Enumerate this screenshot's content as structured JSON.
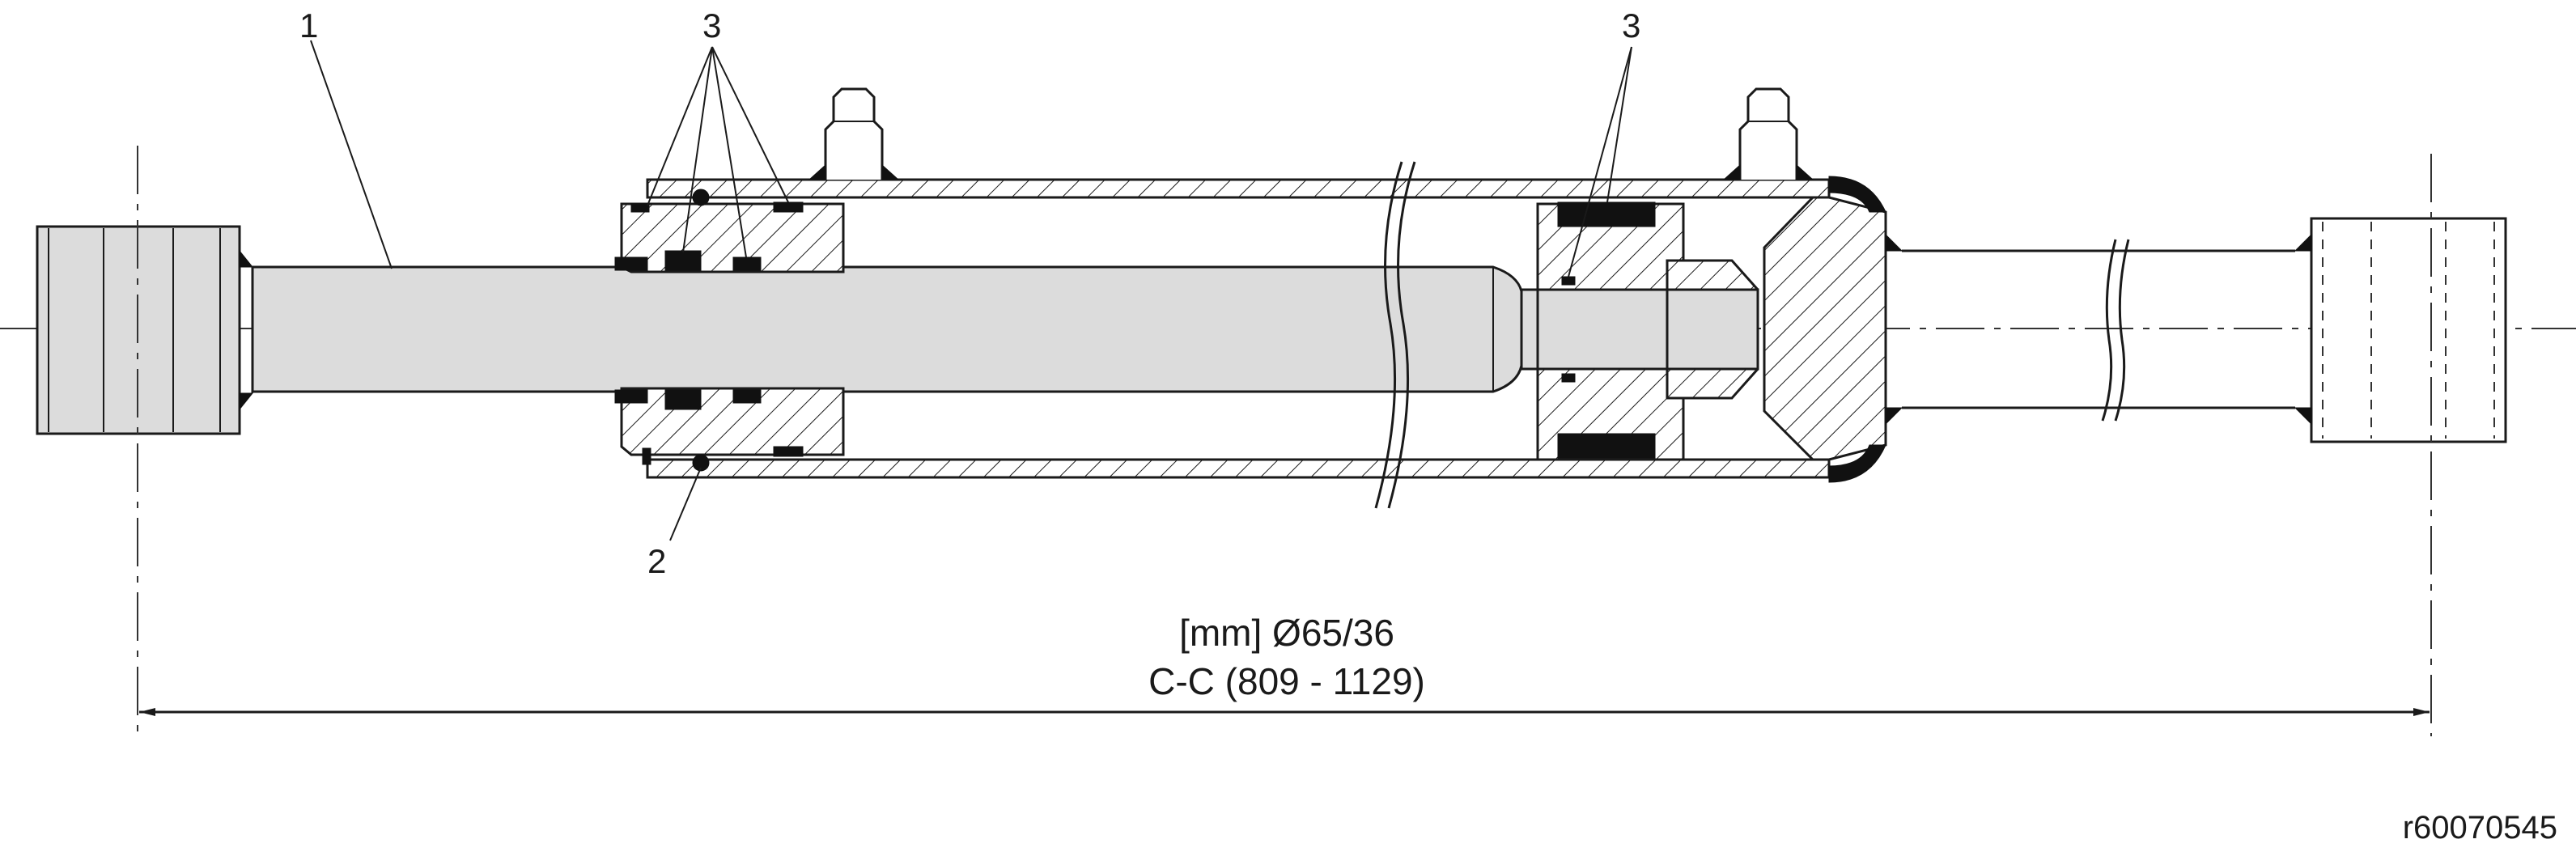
{
  "callouts": {
    "c1": "1",
    "c2": "2",
    "c3_left": "3",
    "c3_right": "3"
  },
  "dimension": {
    "line1": "[mm] Ø65/36",
    "line2": "C-C (809 - 1129)"
  },
  "reference_code": "r60070545",
  "colors": {
    "line": "#1a1a1a",
    "rod_fill": "#dcdcdc",
    "seal_fill": "#111111"
  }
}
